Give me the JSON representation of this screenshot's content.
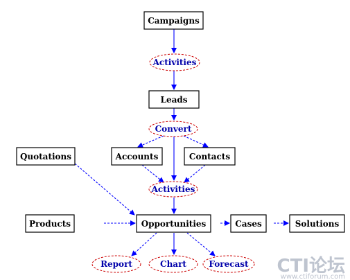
{
  "colors": {
    "box_stroke": "#000000",
    "ellipse_stroke": "#cc0000",
    "ellipse_text": "#0000aa",
    "edge": "#0000ff",
    "watermark": "#b3bac7"
  },
  "nodes": {
    "campaigns": "Campaigns",
    "activities_top": "Activities",
    "leads": "Leads",
    "convert": "Convert",
    "quotations": "Quotations",
    "accounts": "Accounts",
    "contacts": "Contacts",
    "activities_mid": "Activities",
    "products": "Products",
    "opportunities": "Opportunities",
    "cases": "Cases",
    "solutions": "Solutions",
    "report": "Report",
    "chart": "Chart",
    "forecast": "Forecast"
  },
  "watermark": {
    "brand": "CTI论坛",
    "url": "www.ctiforum.com"
  }
}
